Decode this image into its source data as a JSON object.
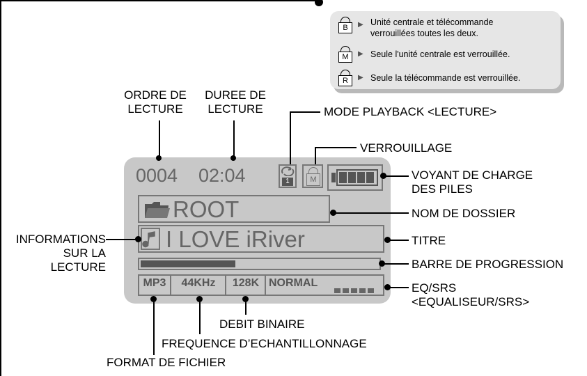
{
  "legend": {
    "items": [
      {
        "icon_letter": "B",
        "text_line1": "Unité centrale et télécommande",
        "text_line2": "verrouillées toutes les deux."
      },
      {
        "icon_letter": "M",
        "text_line1": "Seule l'unité centrale est verrouillée."
      },
      {
        "icon_letter": "R",
        "text_line1": "Seule la télécommande est verrouillée."
      }
    ]
  },
  "lcd": {
    "track_number": "0004",
    "play_time": "02:04",
    "repeat_badge": "1",
    "lock_letter": "M",
    "folder_name": "ROOT",
    "title": "I LOVE iRiver",
    "format": "MP3",
    "sample_rate": "44KHz",
    "bitrate": "128K",
    "eq": "NORMAL",
    "progress": 0.4
  },
  "labels": {
    "ordre": [
      "ORDRE DE",
      "LECTURE"
    ],
    "duree": [
      "DUREE DE",
      "LECTURE"
    ],
    "mode_playback": "MODE PLAYBACK <LECTURE>",
    "verrouillage": "VERROUILLAGE",
    "voyant": [
      "VOYANT DE CHARGE",
      "DES PILES"
    ],
    "nom_dossier": "NOM DE DOSSIER",
    "titre": "TITRE",
    "barre": "BARRE DE PROGRESSION",
    "eq_srs": [
      "EQ/SRS",
      "<EQUALISEUR/SRS>"
    ],
    "informations": [
      "INFORMATIONS",
      "SUR LA",
      "LECTURE"
    ],
    "debit": "DEBIT BINAIRE",
    "frequence": "FREQUENCE D’ECHANTILLONNAGE",
    "format_fichier": "FORMAT DE FICHIER"
  }
}
